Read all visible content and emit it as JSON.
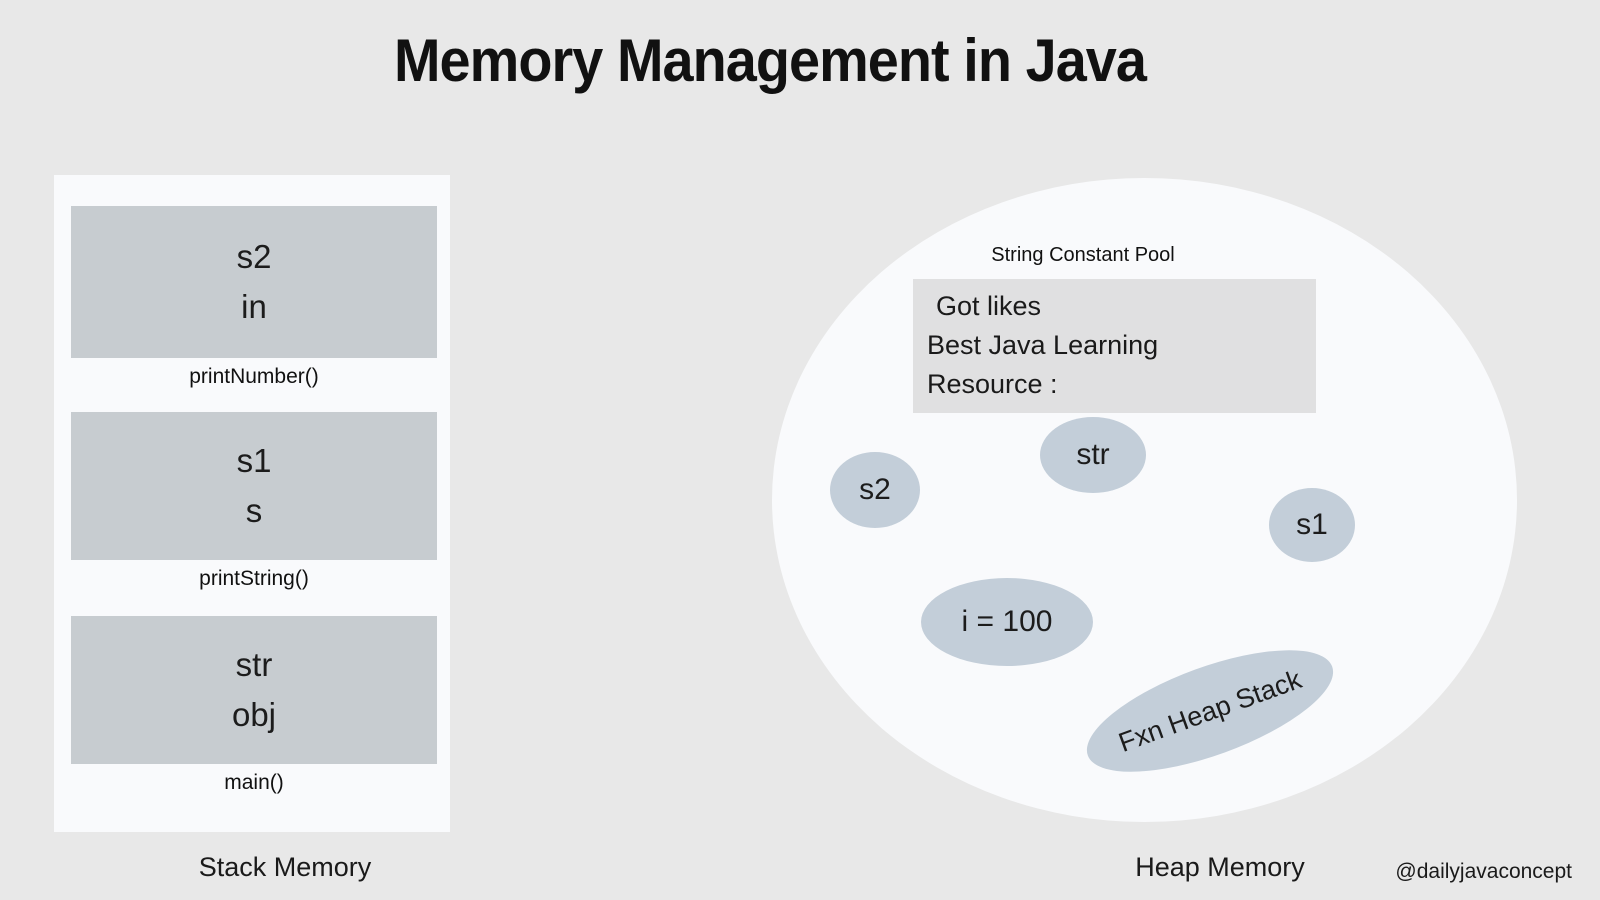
{
  "page": {
    "title": "Memory Management in Java",
    "watermark": "@dailyjavaconcept"
  },
  "colors": {
    "background": "#e8e8e8",
    "surface": "#f9fafc",
    "stack_frame_fill": "#c7ccd0",
    "string_pool_fill": "#e0e0e1",
    "heap_object_fill": "#c3ced9",
    "text": "#1a1a1a"
  },
  "stack": {
    "caption": "Stack Memory",
    "frames": [
      {
        "line1": "s2",
        "line2": "in",
        "label": "printNumber()"
      },
      {
        "line1": "s1",
        "line2": "s",
        "label": "printString()"
      },
      {
        "line1": "str",
        "line2": "obj",
        "label": "main()"
      }
    ]
  },
  "heap": {
    "caption": "Heap Memory",
    "string_pool": {
      "label": "String Constant Pool",
      "line1": "Got likes",
      "line2": "Best Java Learning",
      "line3": "Resource :"
    },
    "objects": {
      "s2": "s2",
      "str": "str",
      "s1": "s1",
      "i": "i = 100",
      "fxn": "Fxn Heap Stack"
    }
  }
}
